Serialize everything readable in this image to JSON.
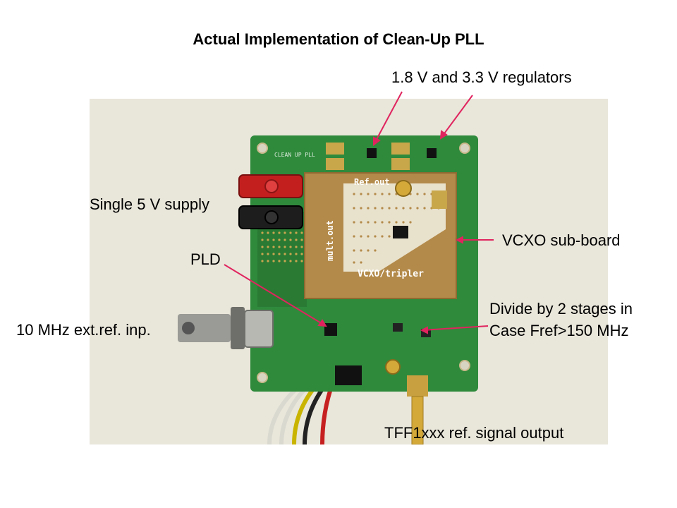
{
  "slide": {
    "title": "Actual Implementation of Clean-Up PLL"
  },
  "labels": {
    "regulators": "1.8 V and 3.3 V regulators",
    "supply": "Single 5 V supply",
    "vcxo_sub_board": "VCXO sub-board",
    "pld": "PLD",
    "ext_ref": "10 MHz ext.ref. inp.",
    "divide_line1": "Divide by 2 stages in",
    "divide_line2": "Case Fref>150 MHz",
    "ref_output": "TFF1xxx ref. signal output"
  },
  "board_silkscreen": {
    "board_name": "CLEAN UP PLL",
    "ref_out": "Ref.out",
    "mult_out": "mult.out",
    "vcxo_tripler": "VCXO/tripler"
  },
  "colors": {
    "leader_line": "#e0245e",
    "pcb_green": "#2f8a3c",
    "sub_board": "#b38a4a",
    "background": "#e9e6da"
  }
}
